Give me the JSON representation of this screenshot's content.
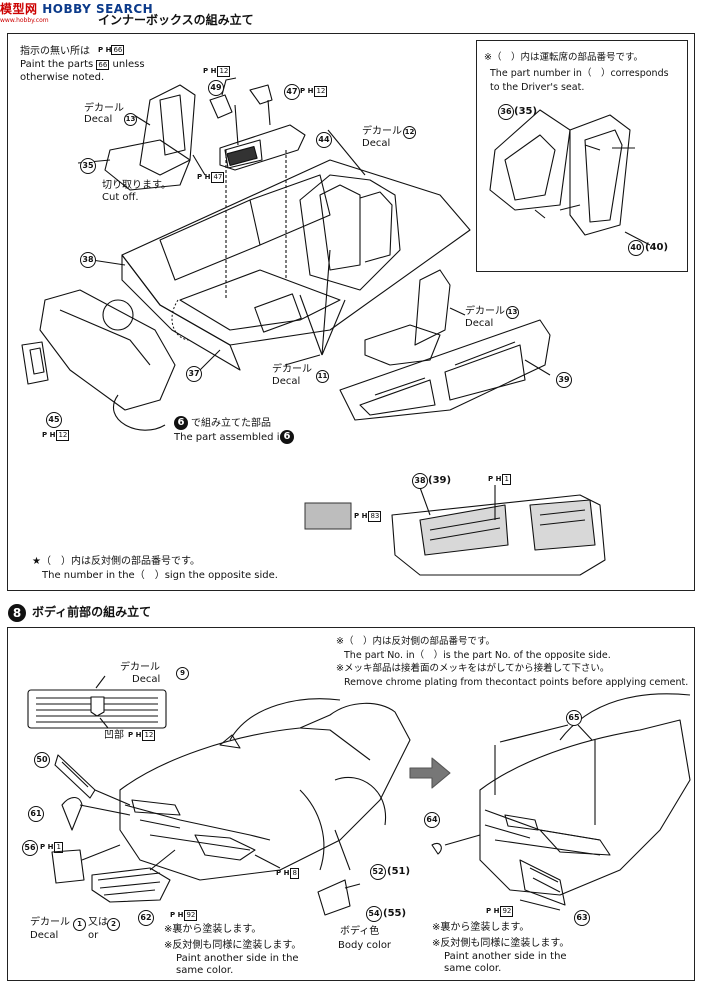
{
  "watermark": {
    "brand_left": "模型网",
    "brand_right": "HOBBY SEARCH",
    "url": "www.hobby.com"
  },
  "step7": {
    "title": "インナーボックスの組み立て",
    "unpainted_note_jp": "指示の無い所は",
    "unpainted_note_en1": "Paint the parts",
    "unpainted_note_en2": "unless",
    "unpainted_note_en3": "otherwise noted.",
    "paint_ref_66": "66",
    "driver_note_jp": "※（　）内は運転席の部品番号です。",
    "driver_note_en1": "The part number in（　）corresponds",
    "driver_note_en2": "to the Driver's seat.",
    "decal_jp": "デカール",
    "decal_en": "Decal",
    "cut_jp": "切り取ります。",
    "cut_en": "Cut off.",
    "assembled_jp": "で組み立てた部品",
    "assembled_en": "The part assembled in",
    "assembled_step": "6",
    "opposite_jp": "★（　）内は反対側の部品番号です。",
    "opposite_en": "The number in the（　）sign the opposite side.",
    "parts": {
      "p13": "13",
      "p12": "12",
      "p11": "11",
      "p35": "35",
      "p36": "36",
      "p35b": "(35)",
      "p37": "37",
      "p38": "38",
      "p39": "39",
      "p38b": "38",
      "p39b": "(39)",
      "p40": "40",
      "p40b": "(40)",
      "p44": "44",
      "p45": "45",
      "p47": "47",
      "p49": "49"
    },
    "paint_refs": {
      "ph12": "12",
      "ph47": "47",
      "ph1": "1",
      "ph83": "83",
      "ph12b": "12",
      "ph12c": "12"
    },
    "ph_label": "P H"
  },
  "step8": {
    "number": "8",
    "title": "ボディ前部の組み立て",
    "note1_jp": "※（　）内は反対側の部品番号です。",
    "note1_en": "The part No. in（　）is the part No. of the opposite side.",
    "note2_jp": "※メッキ部品は接着面のメッキをはがしてから接着して下さい。",
    "note2_en": "Remove chrome plating from thecontact points before applying cement.",
    "grille_decal_jp": "デカール",
    "grille_decal_en": "Decal",
    "grille_decal_no": "9",
    "recess_jp": "凹部",
    "decal_or_jp": "デカール",
    "decal_or_en": "Decal",
    "decal_or_mid_jp": "又は",
    "decal_or_mid_en": "or",
    "decal_1": "1",
    "decal_2": "2",
    "back_paint_jp": "※裏から塗装します。",
    "same_color_jp": "※反対側も同様に塗装します。",
    "same_color_en1": "Paint another side in the",
    "same_color_en2": "same color.",
    "body_color_jp": "ボディ色",
    "body_color_en": "Body color",
    "back_paint_jp_r": "※裏から塗装します。",
    "same_color_jp_r": "※反対側も同様に塗装します。",
    "same_color_en1_r": "Paint another side in the",
    "same_color_en2_r": "same color.",
    "parts": {
      "p50": "50",
      "p61": "61",
      "p56": "56",
      "p62": "62",
      "p52": "52",
      "p51": "(51)",
      "p54": "54",
      "p55": "(55)",
      "p64": "64",
      "p65": "65",
      "p63": "63"
    },
    "paint_refs": {
      "ph12": "12",
      "ph1": "1",
      "ph92": "92",
      "ph8": "8",
      "ph92b": "92"
    }
  }
}
